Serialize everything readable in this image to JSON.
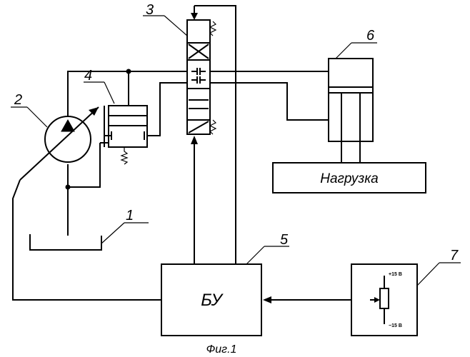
{
  "labels": {
    "tank": "1",
    "pump": "2",
    "valve": "3",
    "relief_valve": "4",
    "control_unit": "5",
    "cylinder": "6",
    "potentiometer": "7"
  },
  "load_text": "Нагрузка",
  "control_unit_text": "БУ",
  "pot_plus": "+15 В",
  "pot_minus": "−15 В",
  "caption": "Фиг.1"
}
